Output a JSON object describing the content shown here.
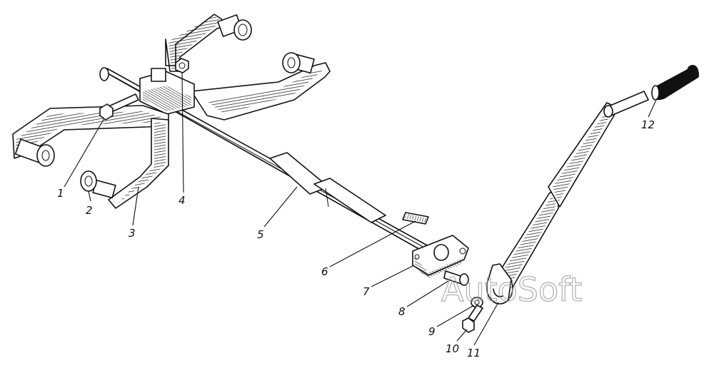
{
  "callouts": [
    {
      "id": "1",
      "text": "1"
    },
    {
      "id": "2",
      "text": "2"
    },
    {
      "id": "3",
      "text": "3"
    },
    {
      "id": "4",
      "text": "4"
    },
    {
      "id": "5",
      "text": "5"
    },
    {
      "id": "6",
      "text": "6"
    },
    {
      "id": "7",
      "text": "7"
    },
    {
      "id": "8",
      "text": "8"
    },
    {
      "id": "9",
      "text": "9"
    },
    {
      "id": "10",
      "text": "10"
    },
    {
      "id": "11",
      "text": "11"
    },
    {
      "id": "12",
      "text": "12"
    }
  ],
  "watermark": "AutoSoft"
}
